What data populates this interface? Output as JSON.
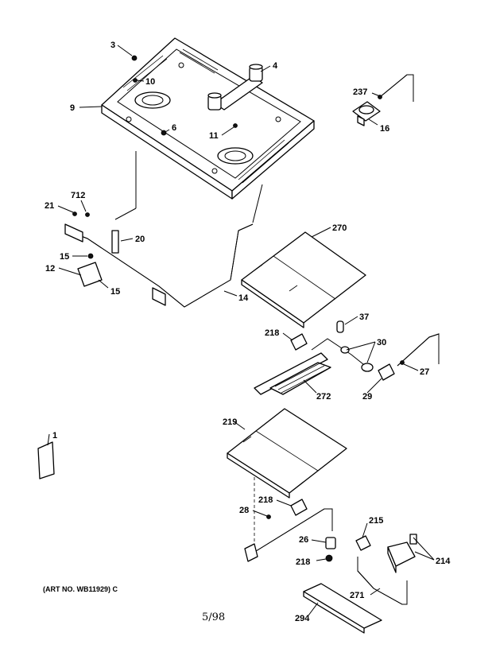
{
  "callouts": {
    "c3": "3",
    "c4": "4",
    "c9": "9",
    "c10": "10",
    "c6": "6",
    "c11": "11",
    "c237": "237",
    "c16": "16",
    "c712": "712",
    "c21": "21",
    "c20": "20",
    "c15a": "15",
    "c12": "12",
    "c15b": "15",
    "c14": "14",
    "c270": "270",
    "c37": "37",
    "c218a": "218",
    "c30": "30",
    "c27": "27",
    "c272": "272",
    "c29": "29",
    "c219": "219",
    "c1": "1",
    "c28": "28",
    "c218b": "218",
    "c215": "215",
    "c26": "26",
    "c214": "214",
    "c218c": "218",
    "c271": "271",
    "c294": "294"
  },
  "footer": {
    "art_no": "(ART NO. WB11929) C",
    "date": "5/98"
  }
}
